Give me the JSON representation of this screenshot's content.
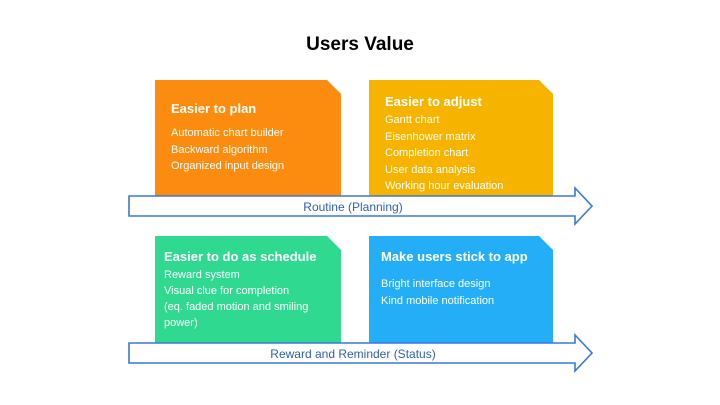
{
  "title": "Users Value",
  "colors": {
    "plan": "#fb8c0f",
    "adjust": "#f6b400",
    "schedule": "#2fd98f",
    "stick": "#25aef8",
    "arrow_stroke": "#3a78d8"
  },
  "cards": [
    {
      "title": "Easier to plan",
      "items": [
        "Automatic chart builder",
        "Backward algorithm",
        "Organized input design"
      ]
    },
    {
      "title": "Easier to adjust",
      "items": [
        "Gantt chart",
        "Eisenhower matrix",
        "Completion chart",
        "User data analysis",
        "Working hour evaluation"
      ]
    },
    {
      "title": "Easier to do as schedule",
      "items": [
        "Reward system",
        "Visual clue for completion",
        "(eq. faded motion and smiling",
        "power)"
      ]
    },
    {
      "title": "Make users stick to app",
      "items": [
        "Bright interface design",
        "Kind mobile notification"
      ]
    }
  ],
  "arrows": [
    {
      "label": "Routine (Planning)"
    },
    {
      "label": "Reward and Reminder (Status)"
    }
  ]
}
